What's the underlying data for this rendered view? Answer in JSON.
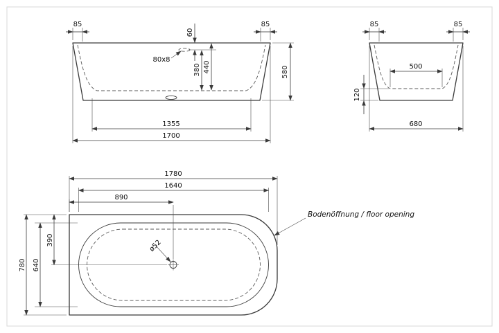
{
  "front": {
    "overhang_left": "85",
    "overhang_right": "85",
    "overflow_offset": "60",
    "overflow_slot": "80x8",
    "inner_depth": "380",
    "rim_depth": "440",
    "height": "580",
    "inner_length": "1355",
    "outer_length": "1700"
  },
  "side": {
    "overhang_left": "85",
    "overhang_right": "85",
    "inner_width": "500",
    "base_height": "120",
    "outer_width": "680"
  },
  "plan": {
    "outer_length": "1780",
    "inner_length": "1640",
    "drain_from_left": "890",
    "outer_width": "780",
    "inner_width": "640",
    "drain_from_top": "390",
    "drain_diameter": "ø52",
    "floor_opening_label": "Bodenöffnung / floor opening"
  },
  "colors": {
    "line": "#3a3a3a",
    "background": "#ffffff"
  }
}
